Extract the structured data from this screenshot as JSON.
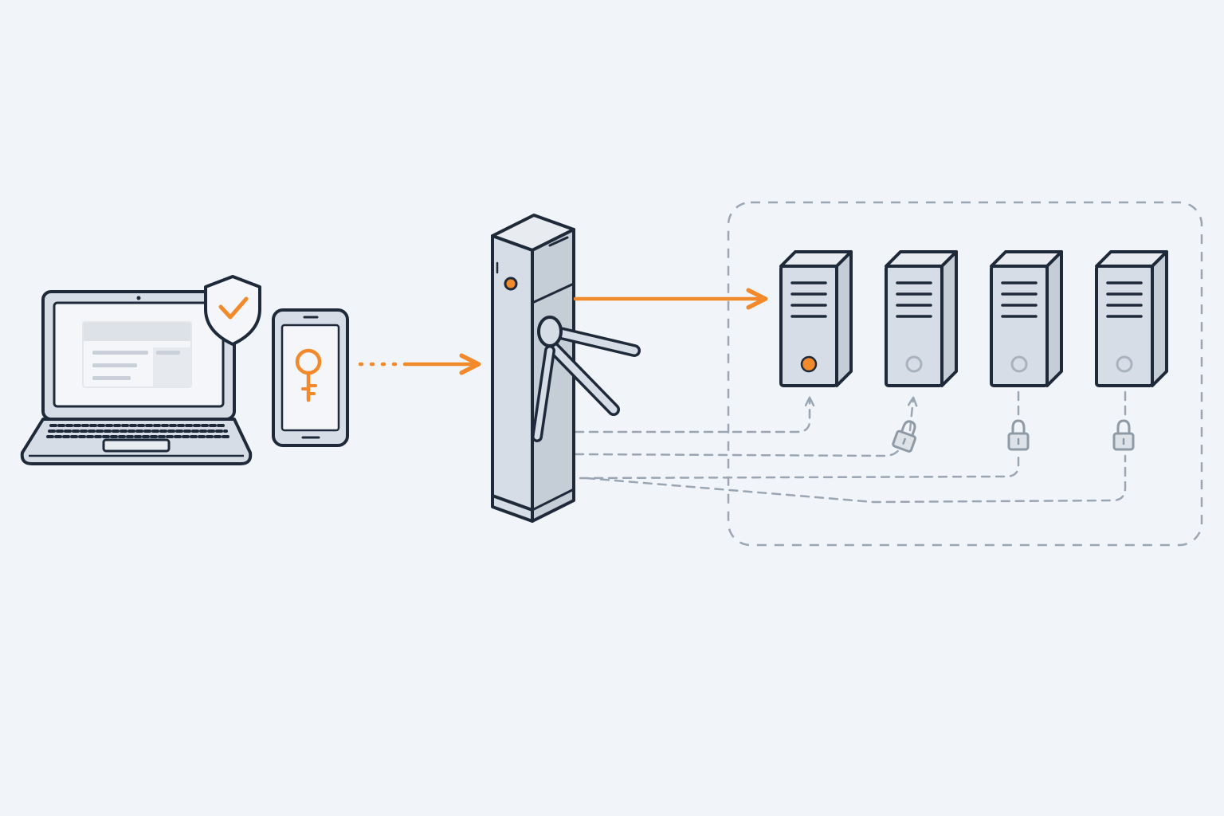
{
  "diagram": {
    "description_text": "",
    "colors": {
      "background": "#f1f4f8",
      "outline": "#1e2a3a",
      "accent": "#f28a2c",
      "device_fill": "#d6dde6",
      "device_fill_light": "#e8ecf1",
      "screen_fill": "#f4f6f9",
      "dashed": "#9aa6b3",
      "panel_fill": "#dde2e8"
    },
    "nodes": {
      "laptop": {
        "icon": "laptop-icon"
      },
      "shield": {
        "icon": "shield-check-icon"
      },
      "phone": {
        "icon": "smartphone-key-icon"
      },
      "turnstile": {
        "icon": "turnstile-gate-icon"
      },
      "server_group": {
        "icon": "dashed-boundary",
        "servers": [
          {
            "icon": "server-icon",
            "status": "active",
            "lock": false
          },
          {
            "icon": "server-icon",
            "status": "inactive",
            "lock": true
          },
          {
            "icon": "server-icon",
            "status": "inactive",
            "lock": true
          },
          {
            "icon": "server-icon",
            "status": "inactive",
            "lock": true
          }
        ]
      }
    },
    "connections": [
      {
        "from": "phone",
        "to": "turnstile",
        "style": "dotted-then-solid",
        "color": "accent"
      },
      {
        "from": "turnstile",
        "to": "server-1",
        "style": "solid",
        "color": "accent"
      },
      {
        "from": "turnstile",
        "to": "server-1",
        "style": "dashed",
        "color": "dashed"
      },
      {
        "from": "turnstile",
        "to": "server-2",
        "style": "dashed",
        "color": "dashed"
      },
      {
        "from": "turnstile",
        "to": "server-3",
        "style": "dashed",
        "color": "dashed"
      },
      {
        "from": "turnstile",
        "to": "server-4",
        "style": "dashed",
        "color": "dashed"
      }
    ]
  }
}
